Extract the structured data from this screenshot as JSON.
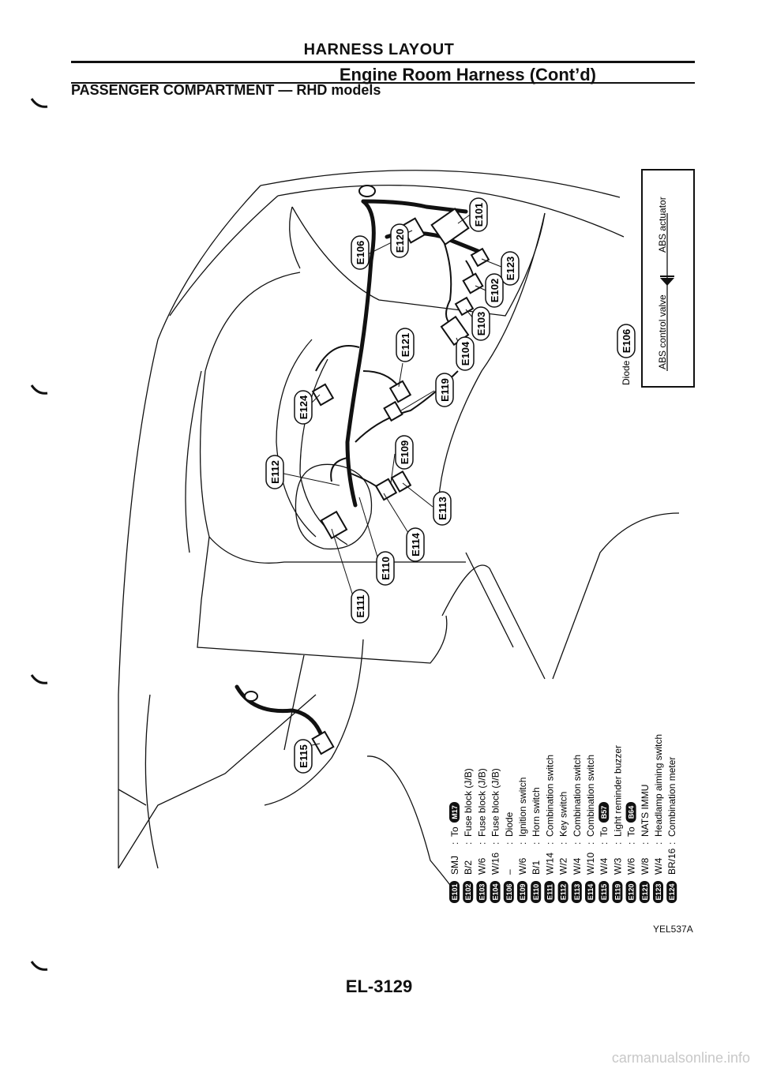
{
  "header": {
    "title": "HARNESS LAYOUT",
    "subtitle": "Engine Room Harness (Cont’d)",
    "section": "PASSENGER COMPARTMENT — RHD models"
  },
  "connector_callouts": [
    "E101",
    "E106",
    "E120",
    "E123",
    "E102",
    "E103",
    "E104",
    "E121",
    "E119",
    "E124",
    "E109",
    "E112",
    "E113",
    "E114",
    "E110",
    "E111",
    "E115"
  ],
  "diode_box": {
    "diode_label": "Diode",
    "diode_connector": "E106",
    "left_label": "ABS control valve",
    "right_label": "ABS actuator"
  },
  "legend": [
    {
      "id": "E101",
      "color": "SMJ",
      "desc": "To",
      "ref": "M17"
    },
    {
      "id": "E102",
      "color": "B/2",
      "desc": "Fuse block (J/B)"
    },
    {
      "id": "E103",
      "color": "W/6",
      "desc": "Fuse block (J/B)"
    },
    {
      "id": "E104",
      "color": "W/16",
      "desc": "Fuse block (J/B)"
    },
    {
      "id": "E106",
      "color": "–",
      "desc": "Diode"
    },
    {
      "id": "E109",
      "color": "W/6",
      "desc": "Ignition switch"
    },
    {
      "id": "E110",
      "color": "B/1",
      "desc": "Horn switch"
    },
    {
      "id": "E111",
      "color": "W/14",
      "desc": "Combination switch"
    },
    {
      "id": "E112",
      "color": "W/2",
      "desc": "Key switch"
    },
    {
      "id": "E113",
      "color": "W/4",
      "desc": "Combination switch"
    },
    {
      "id": "E114",
      "color": "W/10",
      "desc": "Combination switch"
    },
    {
      "id": "E115",
      "color": "W/4",
      "desc": "To",
      "ref": "B57"
    },
    {
      "id": "E119",
      "color": "W/3",
      "desc": "Light reminder buzzer"
    },
    {
      "id": "E120",
      "color": "W/6",
      "desc": "To",
      "ref": "B64"
    },
    {
      "id": "E121",
      "color": "W/8",
      "desc": "NATS IMMU"
    },
    {
      "id": "E123",
      "color": "W/4",
      "desc": "Headlamp aiming switch"
    },
    {
      "id": "E124",
      "color": "BR/16",
      "desc": "Combination meter"
    }
  ],
  "figure_code": "YEL537A",
  "page_number": "EL-3129",
  "watermark": "carmanualsonline.info"
}
